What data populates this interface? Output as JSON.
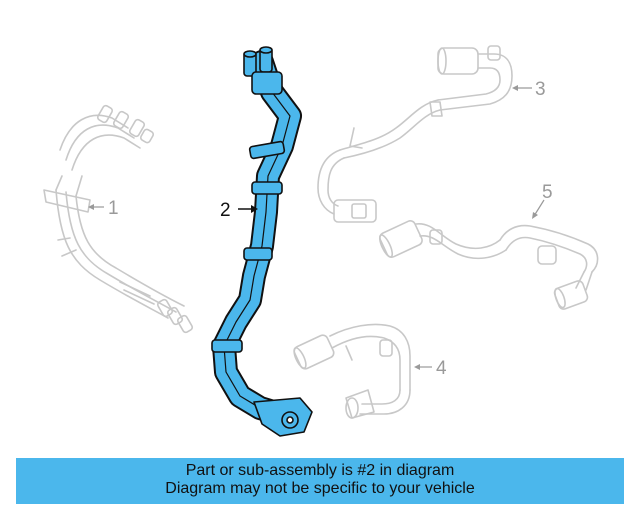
{
  "diagram": {
    "callouts": [
      {
        "id": "1",
        "label": "1"
      },
      {
        "id": "2",
        "label": "2"
      },
      {
        "id": "3",
        "label": "3"
      },
      {
        "id": "4",
        "label": "4"
      },
      {
        "id": "5",
        "label": "5"
      }
    ],
    "colors": {
      "highlight_fill": "#4bb7ec",
      "highlight_stroke": "#111111",
      "ghost_stroke": "#c8c8c8",
      "callout_ghost": "#9a9a9a"
    }
  },
  "banner": {
    "line1": "Part or sub-assembly is #2 in diagram",
    "line2": "Diagram may not be specific to your vehicle",
    "color": "#4bb7ec"
  }
}
